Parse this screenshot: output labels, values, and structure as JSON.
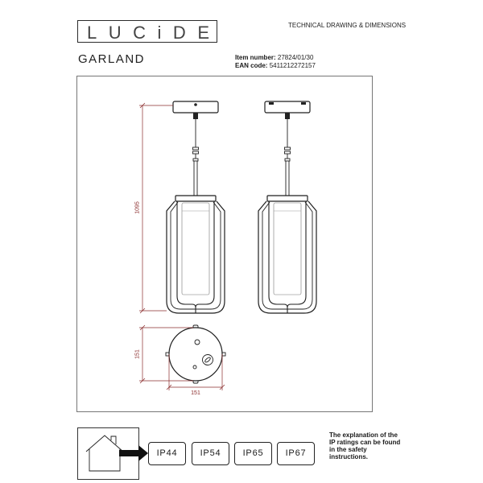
{
  "logo": {
    "text": "LUCiDE"
  },
  "header": {
    "title": "TECHNICAL DRAWING & DIMENSIONS"
  },
  "product": {
    "name": "GARLAND",
    "item_number_label": "Item number:",
    "item_number": "27824/01/30",
    "ean_label": "EAN code:",
    "ean": "5411212272157"
  },
  "dimensions": {
    "height": "1095",
    "top_view_depth": "151",
    "top_view_width": "151"
  },
  "ip_ratings": [
    {
      "label": "IP44"
    },
    {
      "label": "IP54"
    },
    {
      "label": "IP65"
    },
    {
      "label": "IP67"
    }
  ],
  "ip_note": {
    "lines": [
      "The explanation of the",
      "IP ratings can be found",
      "in the safety",
      "instructions."
    ]
  },
  "icons": {
    "location": "house-icon",
    "pointer": "arrow-right-icon"
  },
  "colors": {
    "line": "#1f1f1f",
    "dimension": "#8a2b2b",
    "background": "#ffffff"
  }
}
